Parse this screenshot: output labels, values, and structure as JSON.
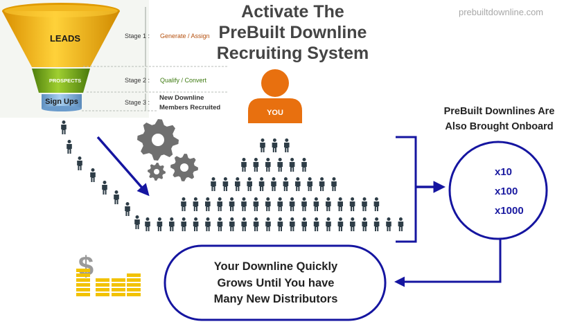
{
  "title": {
    "line1": "Activate The",
    "line2": "PreBuilt Downline",
    "line3": "Recruiting System"
  },
  "website": "prebuiltdownline.com",
  "funnel": {
    "leads_label": "LEADS",
    "prospects_label": "PROSPECTS",
    "signups_label": "Sign Ups",
    "stages": [
      {
        "label": "Stage 1 :",
        "description": "Generate / Assign"
      },
      {
        "label": "Stage 2 :",
        "description": "Qualify / Convert"
      },
      {
        "label": "Stage 3 :",
        "description_line1": "New Downline",
        "description_line2": "Members Recruited"
      }
    ]
  },
  "you_label": "YOU",
  "also_onboard": {
    "line1": "PreBuilt Downlines Are",
    "line2": "Also Brought Onboard"
  },
  "multipliers": [
    "x10",
    "x100",
    "x1000"
  ],
  "growth_message": {
    "line1": "Your Downline Quickly",
    "line2": "Grows Until You have",
    "line3": "Many New Distributors"
  },
  "colors": {
    "funnel_leads": "#f5b800",
    "funnel_prospects": "#7cab1c",
    "funnel_signups": "#7fb0d8",
    "you_figure": "#e8700f",
    "people": "#2e3d47",
    "gears": "#707070",
    "accent_blue": "#1515a0",
    "money": "#f2c200",
    "stage1_text": "#b5500e",
    "stage2_text": "#3d7a10"
  },
  "icons": {
    "person": "person-icon",
    "gear": "gear-icon",
    "money": "dollar-bars-icon"
  }
}
